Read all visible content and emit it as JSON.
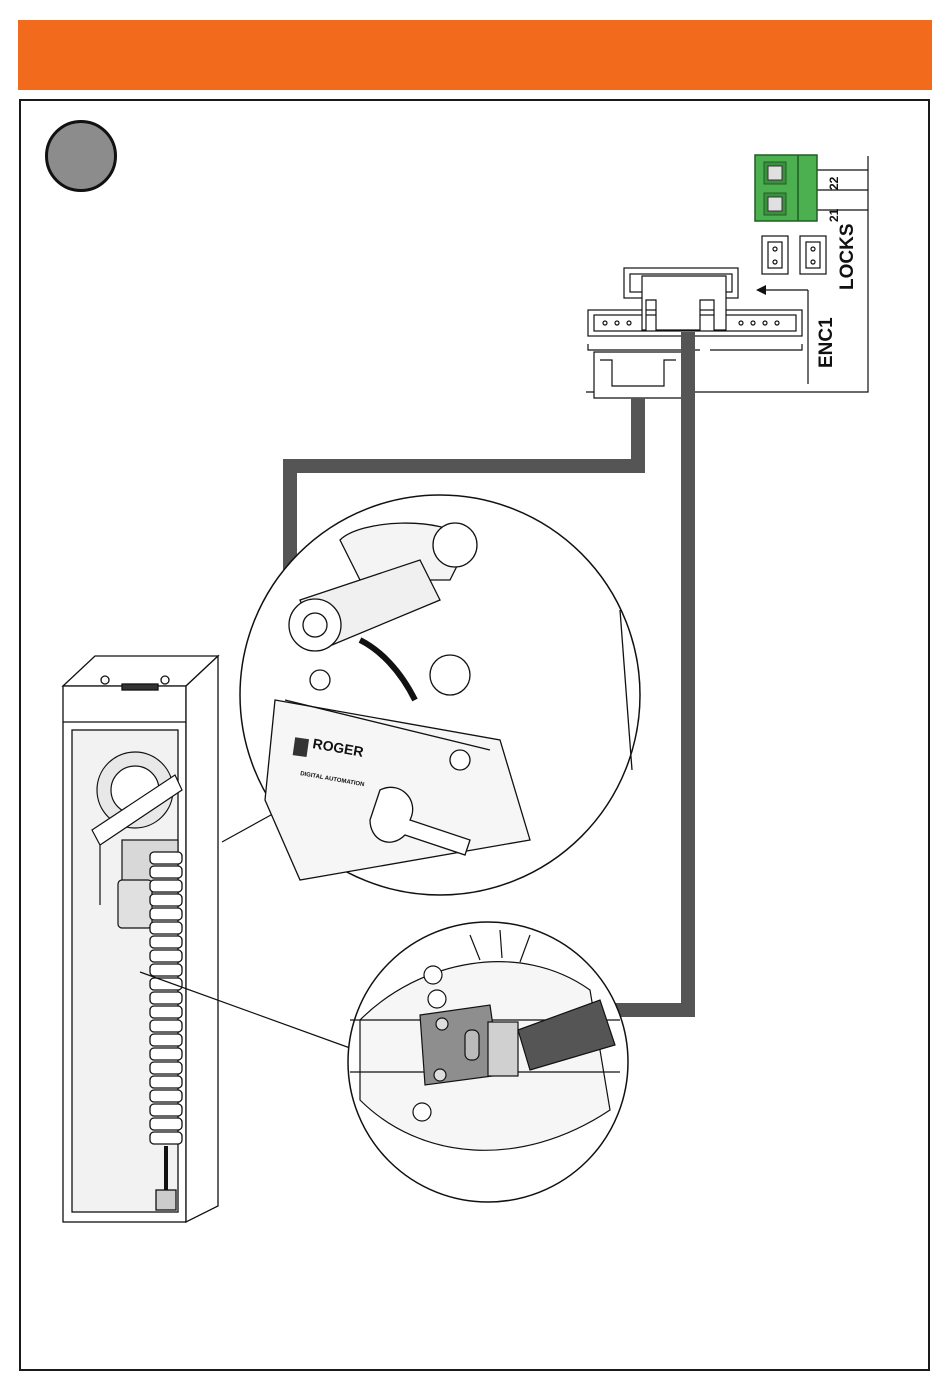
{
  "colors": {
    "header": "#f26b1d",
    "cable": "#555555",
    "terminal_green": "#4caf50",
    "badge": "#8c8c8c"
  },
  "board": {
    "terminal_top_number": "22",
    "terminal_bottom_number": "21",
    "locks_label": "LOCKS",
    "enc1_label": "ENC1"
  },
  "detail_top": {
    "brand": "ROGER",
    "brand_sub": "DIGITAL AUTOMATION"
  }
}
